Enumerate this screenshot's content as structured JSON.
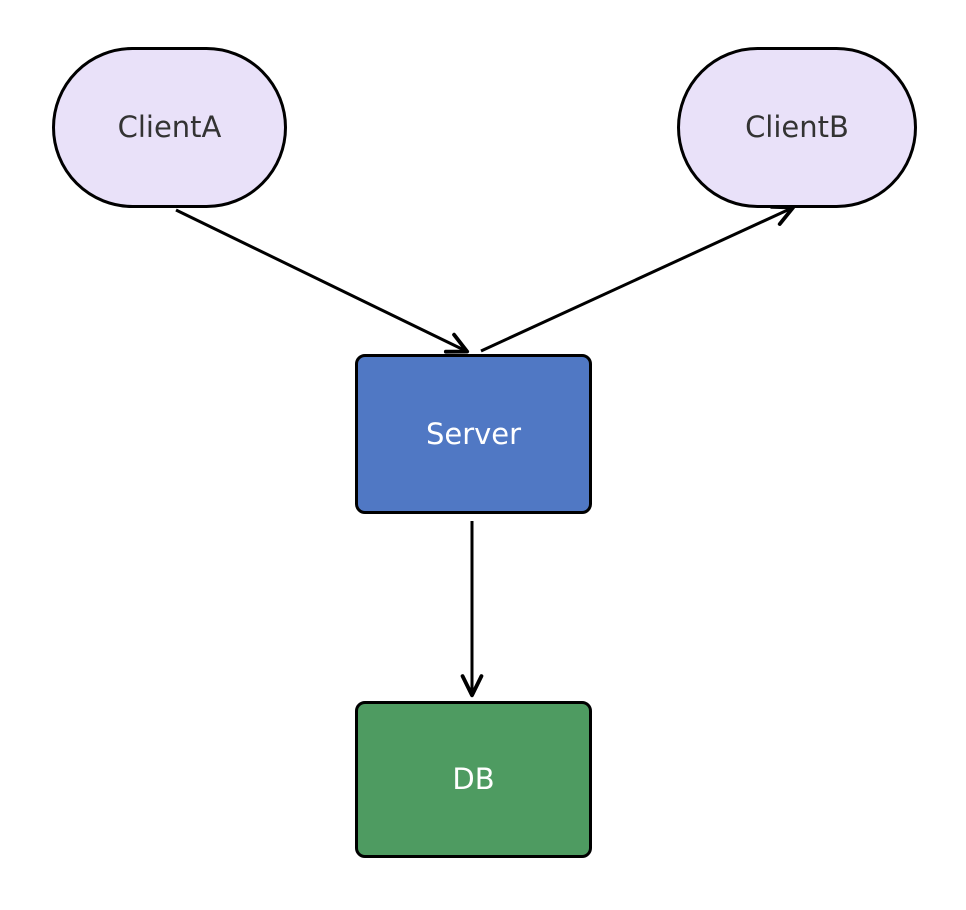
{
  "diagram": {
    "type": "flowchart",
    "background_color": "#ffffff",
    "edge_color": "#000000",
    "nodes": [
      {
        "id": "ClientA",
        "label": "ClientA",
        "shape": "stadium",
        "fill": "#e9e1f9",
        "border_color": "#000000",
        "text_color": "#333333"
      },
      {
        "id": "ClientB",
        "label": "ClientB",
        "shape": "stadium",
        "fill": "#e9e1f9",
        "border_color": "#000000",
        "text_color": "#333333"
      },
      {
        "id": "Server",
        "label": "Server",
        "shape": "rounded-rect",
        "fill": "#5078c4",
        "border_color": "#000000",
        "text_color": "#ffffff"
      },
      {
        "id": "DB",
        "label": "DB",
        "shape": "rounded-rect",
        "fill": "#4e9b61",
        "border_color": "#000000",
        "text_color": "#ffffff"
      }
    ],
    "edges": [
      {
        "from": "ClientA",
        "to": "Server",
        "arrowhead": "open-v"
      },
      {
        "from": "Server",
        "to": "ClientB",
        "arrowhead": "open-v"
      },
      {
        "from": "Server",
        "to": "DB",
        "arrowhead": "open-v"
      }
    ]
  }
}
